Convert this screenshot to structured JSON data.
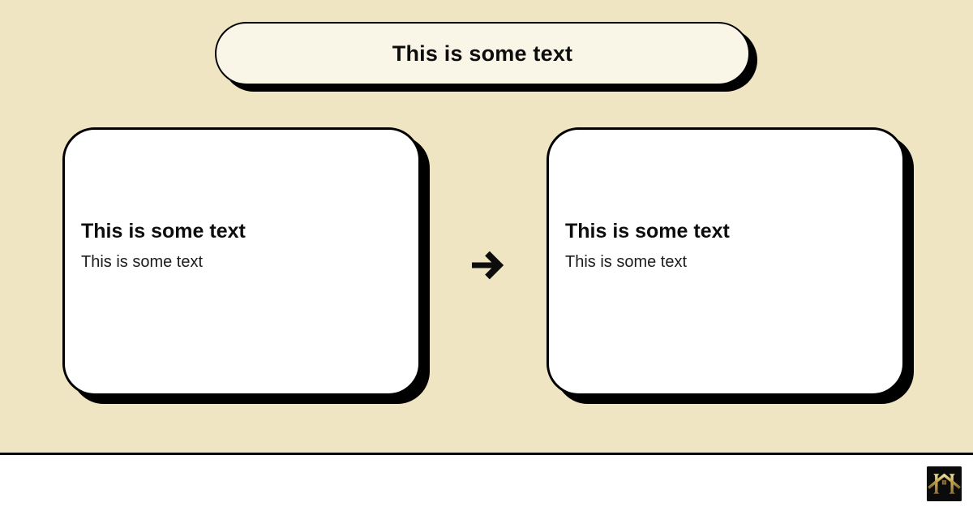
{
  "page": {
    "background_color": "#f0e5c2",
    "footer_background_color": "#ffffff",
    "divider_color": "#000000"
  },
  "banner": {
    "label": "This is some text",
    "fill_color": "#f9f5e7",
    "border_color": "#000000"
  },
  "cards": [
    {
      "title": "This is some text",
      "subtitle": "This is some text"
    },
    {
      "title": "This is some text",
      "subtitle": "This is some text"
    }
  ],
  "arrow": {
    "icon": "arrow-right-icon",
    "color": "#0d0d0d"
  },
  "footer": {
    "logo": {
      "icon": "house-h-monogram-icon",
      "gold_color": "#c9a94f",
      "gold_light_color": "#ecdc9c",
      "gold_dark_color": "#8c6f33",
      "background_color": "#0b0b0b"
    }
  }
}
